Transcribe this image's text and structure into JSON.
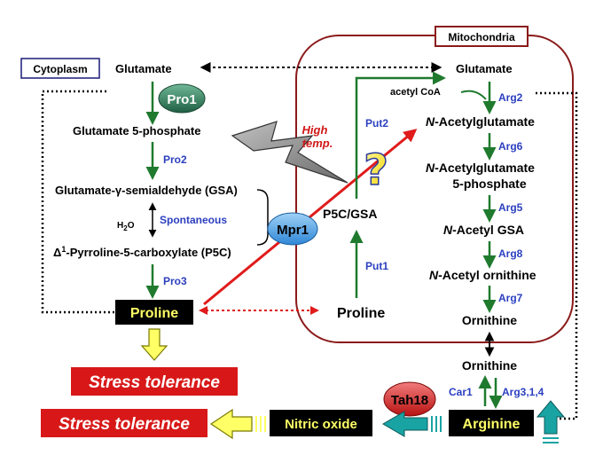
{
  "compartments": {
    "cytoplasm": "Cytoplasm",
    "mitochondria": "Mitochondria"
  },
  "cytoplasm": {
    "glutamate": "Glutamate",
    "glutamate_5_phosphate": "Glutamate 5-phosphate",
    "gsa": "Glutamate-γ-semialdehyde (GSA)",
    "p5c_delta": "Δ",
    "p5c_sup": "1",
    "p5c": "-Pyrroline-5-carboxylate (P5C)",
    "proline": "Proline",
    "water_h": "H",
    "water_2": "2",
    "water_o": "O",
    "spontaneous": "Spontaneous",
    "pro1": "Pro1",
    "pro2": "Pro2",
    "pro3": "Pro3"
  },
  "mitochondria": {
    "glutamate": "Glutamate",
    "acetyl_coa": "acetyl CoA",
    "n_acetylglutamate_prefix": "N",
    "n_acetylglutamate": "-Acetylglutamate",
    "n_acetylglutamate_5p_prefix": "N",
    "n_acetylglutamate_5p_line1": "-Acetylglutamate",
    "n_acetylglutamate_5p_line2": "5-phosphate",
    "n_acetyl_gsa_prefix": "N",
    "n_acetyl_gsa": "-Acetyl GSA",
    "n_acetyl_ornithine_prefix": "N",
    "n_acetyl_ornithine": "-Acetyl ornithine",
    "ornithine": "Ornithine",
    "p5c_gsa": "P5C/GSA",
    "proline": "Proline",
    "put1": "Put1",
    "put2": "Put2",
    "arg2": "Arg2",
    "arg6": "Arg6",
    "arg5": "Arg5",
    "arg8": "Arg8",
    "arg7": "Arg7",
    "question": "?"
  },
  "stress": {
    "high_temp_line1": "High",
    "high_temp_line2": "temp.",
    "mpr1": "Mpr1"
  },
  "outside": {
    "ornithine": "Ornithine",
    "car1": "Car1",
    "arg314": "Arg3,1,4",
    "tah18": "Tah18",
    "arginine": "Arginine",
    "nitric_oxide": "Nitric oxide",
    "stress_tolerance_1": "Stress tolerance",
    "stress_tolerance_2": "Stress tolerance"
  },
  "colors": {
    "green_arrow": "#1f7a2e",
    "red_arrow": "#e01b1b",
    "enzyme_text": "#2b3fbf",
    "stress_box": "#d81818",
    "mito_border": "#8b1a1a",
    "teal_arrow": "#1aa3a3",
    "yellow_arrow": "#ffff66",
    "pro1_ellipse": "#2f7f5f",
    "mpr1_ellipse": "#4aa0e6",
    "tah18_ellipse": "#d92020"
  }
}
